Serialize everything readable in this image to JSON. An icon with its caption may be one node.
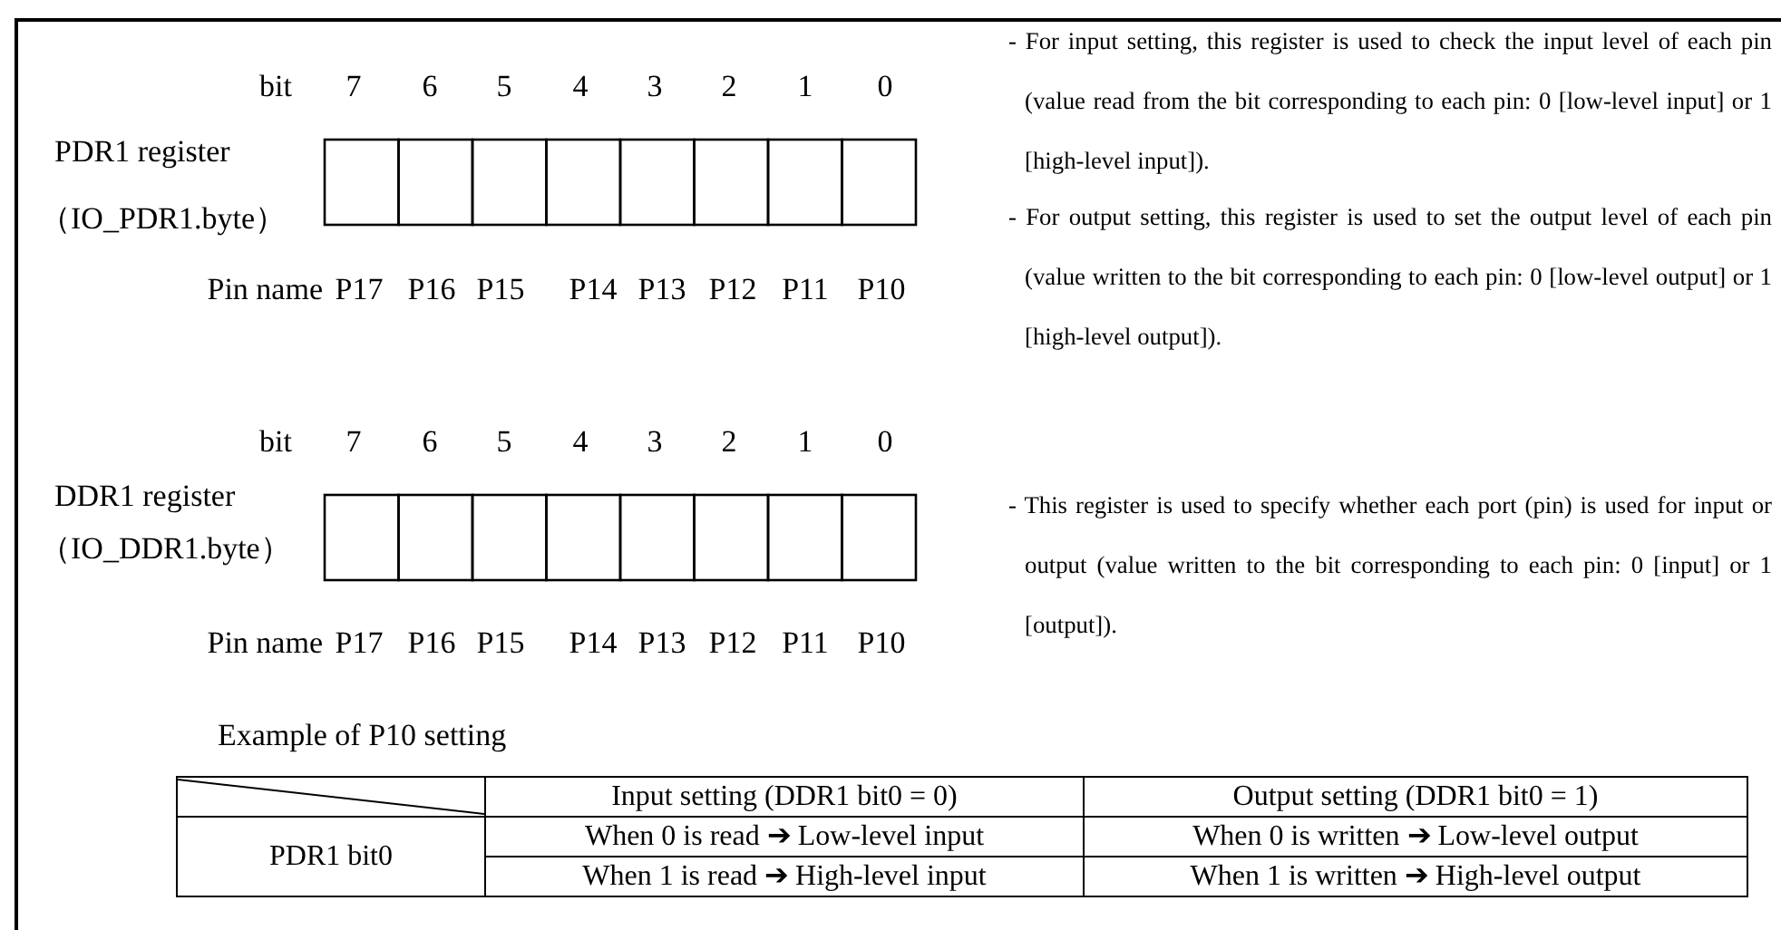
{
  "diagram": {
    "labels": [
      "bit",
      "7",
      "6",
      "5",
      "4",
      "3",
      "2",
      "1",
      "0",
      "PDR1 register",
      "（IO_PDR1.byte）",
      "Pin name",
      "P17",
      "P16",
      "P15",
      "P14",
      "P13",
      "P12",
      "P11",
      "P10",
      "- For input setting, this register is used to check the input level of each pin (value read from the bit corresponding to each pin: 0 [low-level input] or 1 [high-level input]).",
      "- For output setting, this register is used to set the output level of each pin (value written to the bit corresponding to each pin: 0 [low-level output] or 1 [high-level output]).",
      "bit",
      "7",
      "6",
      "5",
      "4",
      "3",
      "2",
      "1",
      "0",
      "DDR1 register",
      "（IO_DDR1.byte）",
      "Pin name",
      "P17",
      "P16",
      "P15",
      "P14",
      "P13",
      "P12",
      "P11",
      "P10",
      "- This register is used to specify whether each port (pin) is used for input or output (value written to the bit corresponding to each pin: 0 [input] or 1 [output]).",
      "Example of P10 setting",
      "Input setting (DDR1 bit0 = 0)",
      "Output setting (DDR1 bit0 = 1)",
      "PDR1 bit0",
      "When 0 is read ➔ Low-level input",
      "When 0 is written ➔ Low-level output",
      "When 1 is read ➔ High-level input",
      "When 1 is written ➔ High-level output"
    ]
  }
}
